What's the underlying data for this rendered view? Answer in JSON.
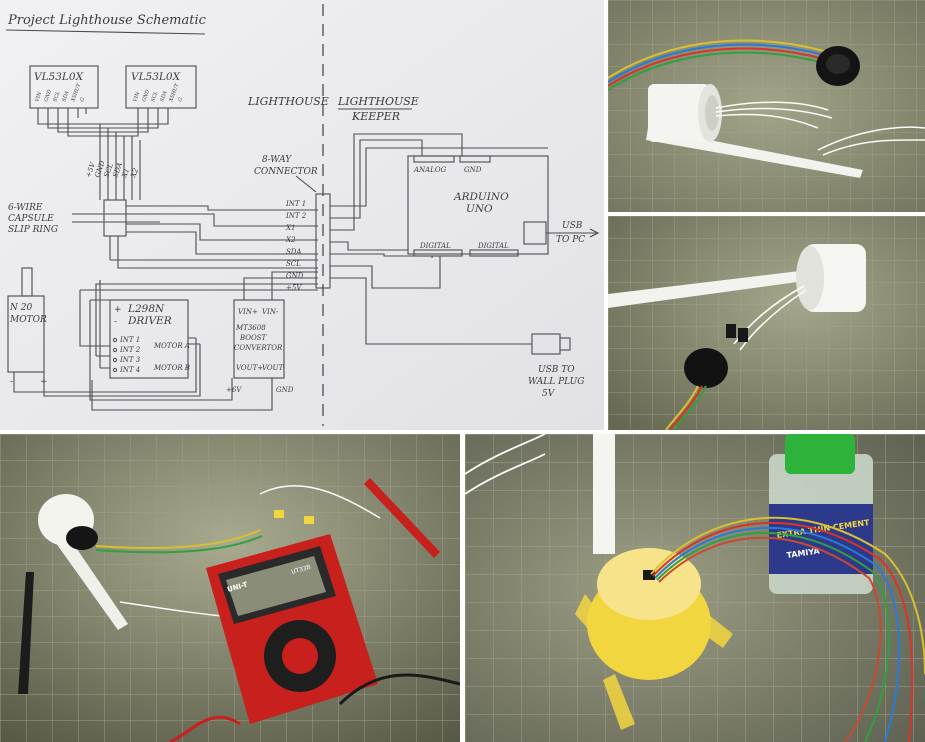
{
  "schematic": {
    "title": "Project Lighthouse Schematic",
    "sensor_left": "VL53L0X",
    "sensor_right": "VL53L0X",
    "sensor_pins": [
      "VIN",
      "GND",
      "SCL",
      "SDA",
      "XSHUT",
      "G"
    ],
    "bus_labels": [
      "+5V",
      "GND",
      "SCL",
      "SDA",
      "X1",
      "X2"
    ],
    "lighthouse_label": "LIGHTHOUSE",
    "keeper_label_1": "LIGHTHOUSE",
    "keeper_label_2": "KEEPER",
    "connector_label_1": "8-WAY",
    "connector_label_2": "CONNECTOR",
    "connector_pins": [
      "INT 1",
      "INT 2",
      "X1",
      "X2",
      "SDA",
      "SCL",
      "GND",
      "+5V"
    ],
    "slip_ring_1": "6-WIRE",
    "slip_ring_2": "CAPSULE",
    "slip_ring_3": "SLIP RING",
    "motor_1": "N 20",
    "motor_2": "MOTOR",
    "driver_plus": "+",
    "driver_minus": "-",
    "driver_title": "L298N",
    "driver_sub": "DRIVER",
    "driver_inputs": [
      "INT 1",
      "INT 2",
      "INT 3",
      "INT 4"
    ],
    "driver_motor_a": "MOTOR A",
    "driver_motor_b": "MOTOR B",
    "boost_vinplus": "VIN+",
    "boost_vinminus": "VIN-",
    "boost_1": "MT3608",
    "boost_2": "BOOST",
    "boost_3": "CONVERTOR",
    "boost_voutplus": "VOUT+",
    "boost_voutminus": "VOUT-",
    "boost_out_v": "+6V",
    "boost_out_gnd": "GND",
    "arduino_analog": "ANALOG",
    "arduino_gnd": "GND",
    "arduino_1": "ARDUINO",
    "arduino_2": "UNO",
    "arduino_digital_1": "DIGITAL",
    "arduino_digital_2": "DIGITAL",
    "usb_pc_1": "USB",
    "usb_pc_2": "TO PC",
    "usb_wall_1": "USB TO",
    "usb_wall_2": "WALL PLUG",
    "usb_wall_3": "5V"
  },
  "multimeter": {
    "brand": "UNI-T",
    "model": "UT33B"
  },
  "glue_bottle": {
    "label": "EXTRA THIN CEMENT",
    "brand": "TAMIYA"
  },
  "colors": {
    "paper": "#ececee",
    "ink": "#3a3a40",
    "mat": "#8a8c70",
    "mat_dark": "#5a5c48",
    "meter_red": "#c8201c",
    "cap_green": "#2db23a",
    "tape_yellow": "#f2d640"
  }
}
